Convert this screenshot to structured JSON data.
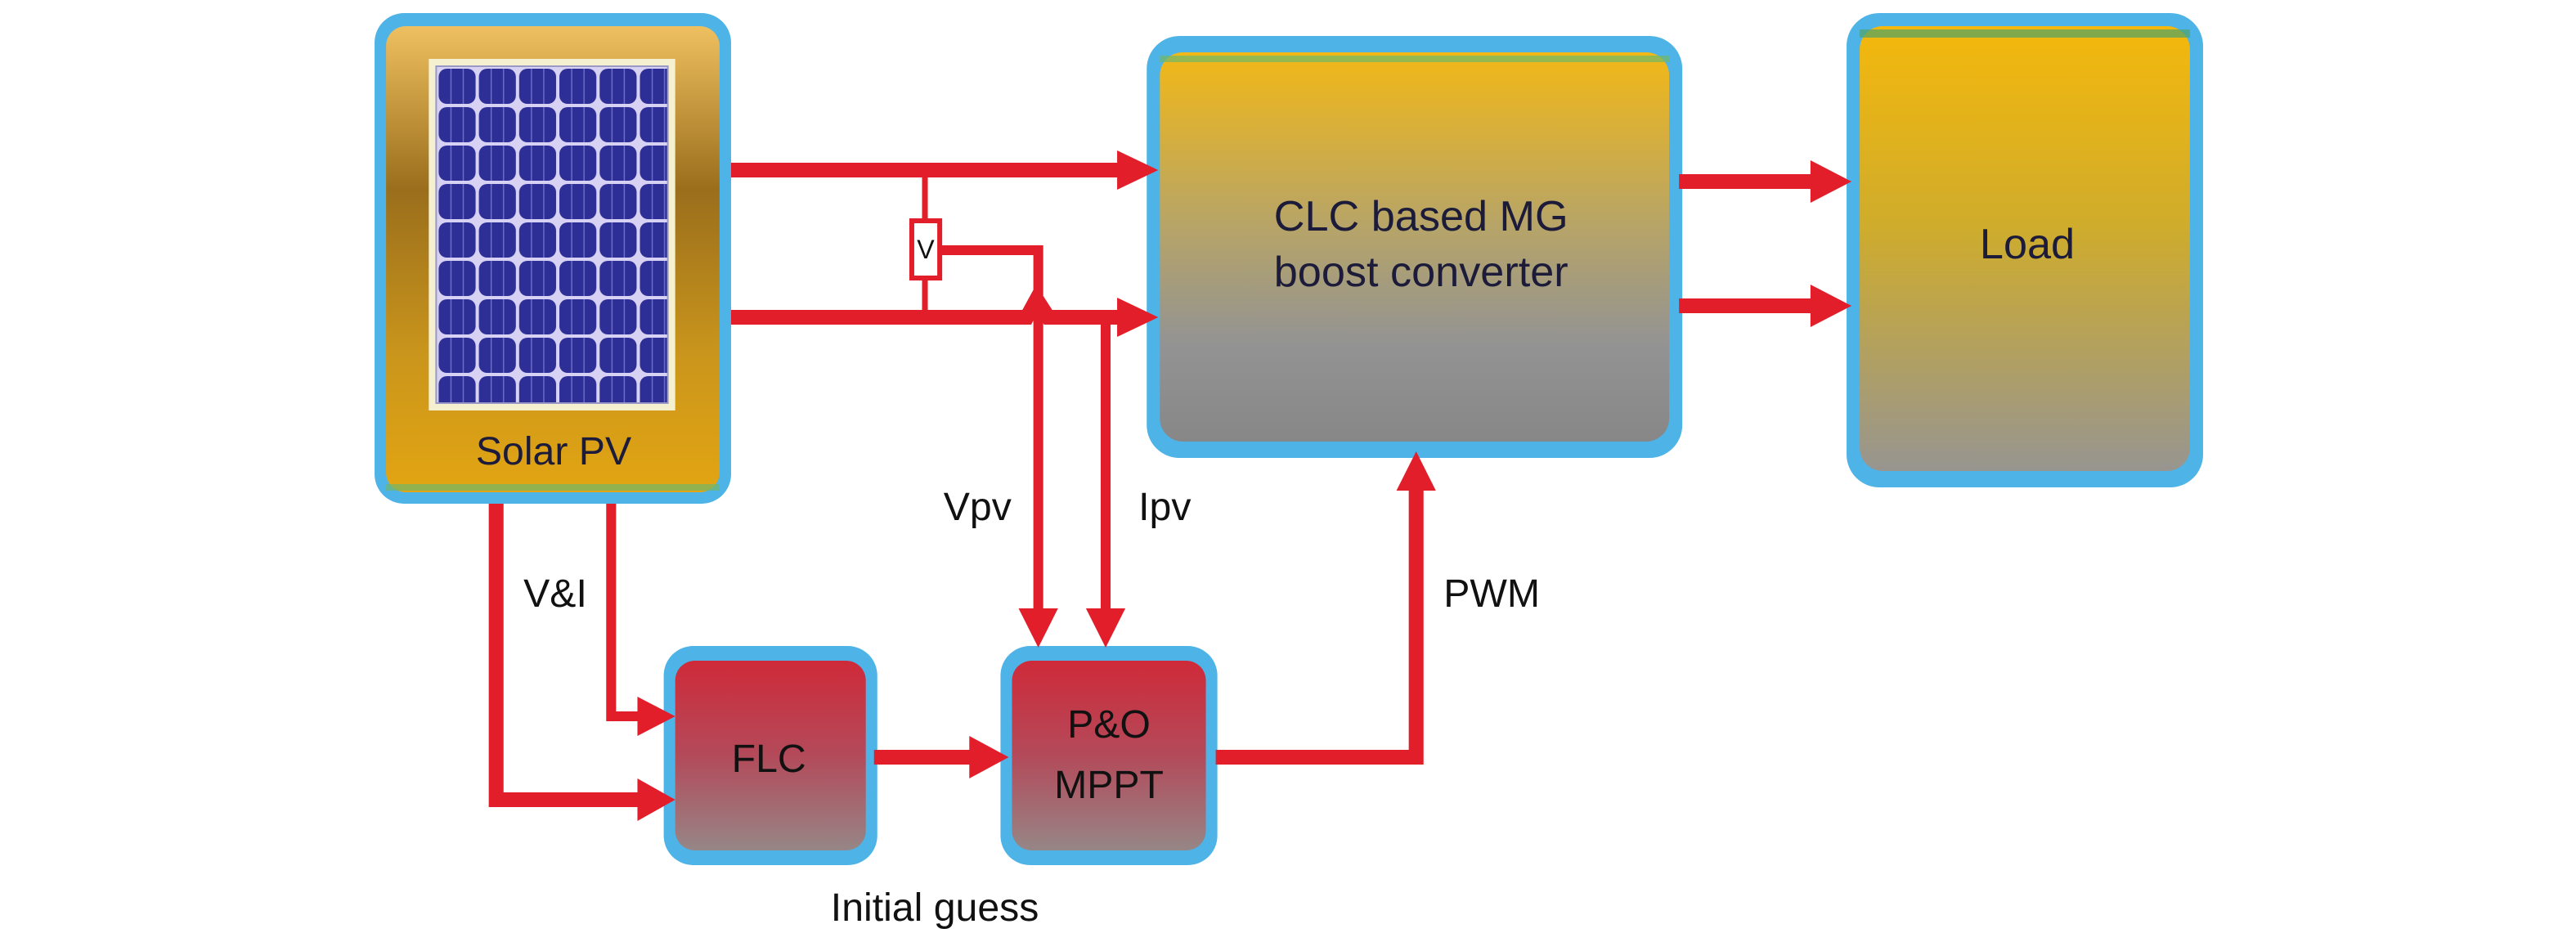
{
  "blocks": {
    "solar_pv": {
      "label": "Solar PV"
    },
    "converter": {
      "line1": "CLC based MG",
      "line2": "boost converter"
    },
    "load": {
      "label": "Load"
    },
    "flc": {
      "label": "FLC"
    },
    "mppt": {
      "line1": "P&O",
      "line2": "MPPT"
    }
  },
  "sensor": {
    "label": "V"
  },
  "signals": {
    "vpv": "Vpv",
    "ipv": "Ipv",
    "vi": "V&I",
    "pwm": "PWM",
    "initial_guess": "Initial guess"
  },
  "colors": {
    "wire": "#e31e2b",
    "border": "#4eb3e6",
    "gold_top": "#f2b817",
    "gray_bottom": "#8c8c8c",
    "red_top": "#cf2a39",
    "panel_blue": "#2e2f96",
    "text": "#1c1c3a"
  }
}
